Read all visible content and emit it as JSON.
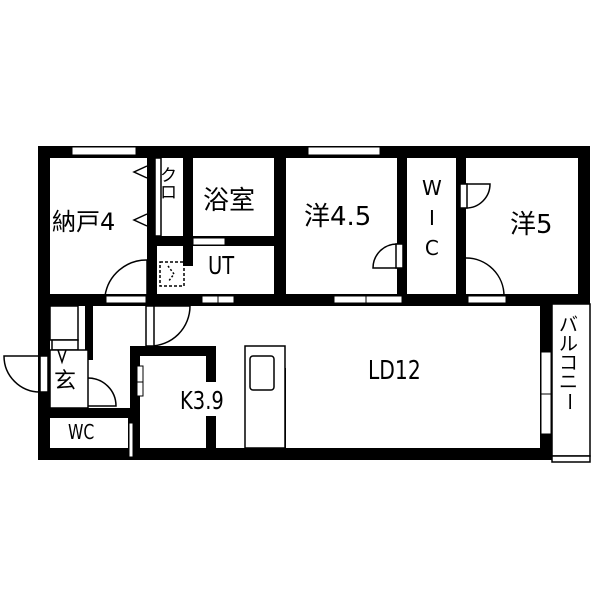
{
  "floor_plan": {
    "rooms": {
      "storage": {
        "label": "納戸4"
      },
      "closet": {
        "label": "クロ"
      },
      "bathroom": {
        "label": "浴室"
      },
      "utility": {
        "label": "UT"
      },
      "western_room_1": {
        "label": "洋4.5"
      },
      "walk_in_closet": {
        "label": "WIC",
        "chars": [
          "W",
          "I",
          "C"
        ]
      },
      "western_room_2": {
        "label": "洋5"
      },
      "living_dining": {
        "label": "LD12"
      },
      "kitchen": {
        "label": "K3.9"
      },
      "entrance": {
        "label": "玄"
      },
      "toilet": {
        "label": "WC"
      },
      "balcony": {
        "label": "バルコニー",
        "chars": [
          "バ",
          "ル",
          "コ",
          "ニ",
          "ー"
        ]
      }
    },
    "colors": {
      "wall": "#000000",
      "background": "#ffffff"
    }
  }
}
